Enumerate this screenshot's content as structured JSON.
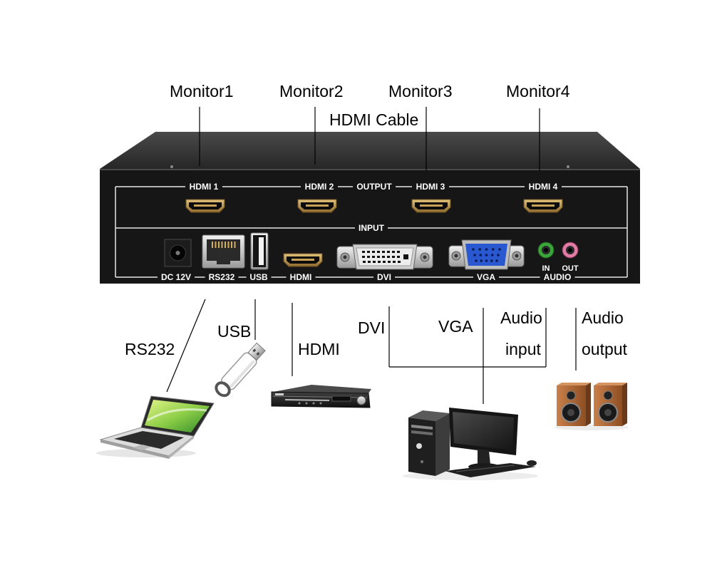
{
  "monitors": [
    "Monitor1",
    "Monitor2",
    "Monitor3",
    "Monitor4"
  ],
  "cable_label": "HDMI Cable",
  "device": {
    "output_label": "OUTPUT",
    "output_ports": [
      "HDMI 1",
      "HDMI 2",
      "HDMI 3",
      "HDMI 4"
    ],
    "input_label": "INPUT",
    "input_ports": {
      "dc": "DC 12V",
      "rs232": "RS232",
      "usb": "USB",
      "hdmi": "HDMI",
      "dvi": "DVI",
      "vga": "VGA",
      "audio": "AUDIO"
    },
    "audio_in": "IN",
    "audio_out": "OUT"
  },
  "connections": {
    "rs232": "RS232",
    "usb": "USB",
    "hdmi": "HDMI",
    "dvi": "DVI",
    "vga": "VGA",
    "audio_input": [
      "Audio",
      "input"
    ],
    "audio_output": [
      "Audio",
      "output"
    ]
  },
  "peripherals": {
    "rs232": "laptop-icon",
    "usb": "usb-flash-drive-icon",
    "hdmi": "dvd-player-icon",
    "dvi_vga_audio_input": "desktop-computer-icon",
    "audio_output": "speakers-icon"
  },
  "colors": {
    "background": "#ffffff",
    "device_body": "#161616",
    "panel_lines": "#e6e6e6",
    "connection_lines": "#000000",
    "audio_in_jack": "#3aa63a",
    "audio_out_jack": "#e27ca6",
    "vga_connector": "#2a58d0",
    "hdmi_port": "#c9a25a"
  }
}
